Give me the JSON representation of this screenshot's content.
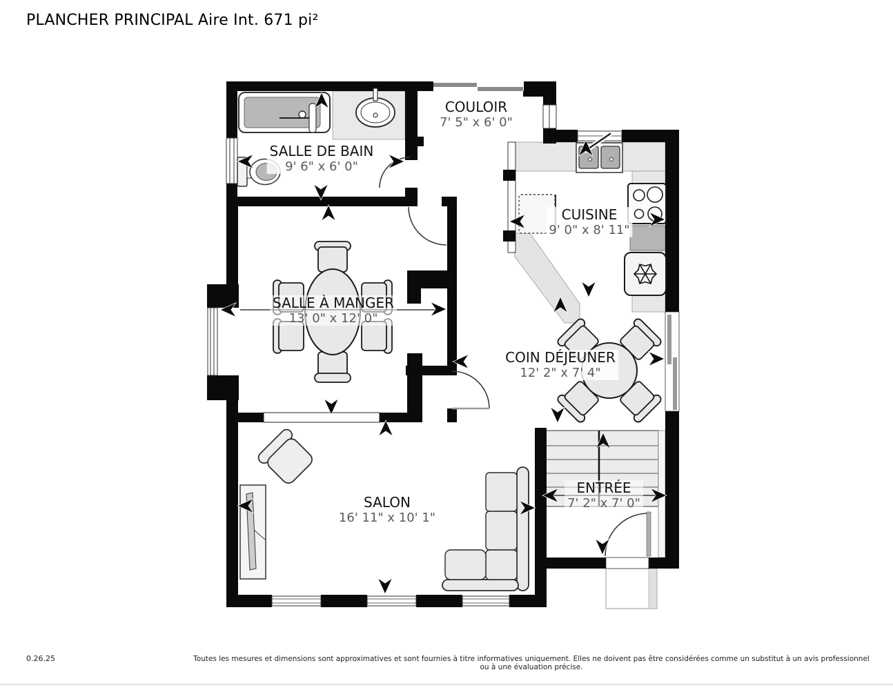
{
  "title": "PLANCHER PRINCIPAL Aire Int. 671 pi²",
  "rooms": [
    {
      "name": "SALLE DE BAIN",
      "dims": "9' 6\" x 6' 0\""
    },
    {
      "name": "COULOIR",
      "dims": "7' 5\" x 6' 0\""
    },
    {
      "name": "CUISINE",
      "dims": "9' 0\" x 8' 11\""
    },
    {
      "name": "SALLE À MANGER",
      "dims": "13' 0\" x 12' 0\""
    },
    {
      "name": "COIN DÉJEUNER",
      "dims": "12' 2\" x 7' 4\""
    },
    {
      "name": "SALON",
      "dims": "16' 11\" x 10' 1\""
    },
    {
      "name": "ENTRÉE",
      "dims": "7' 2\" x 7' 0\""
    }
  ],
  "footer": {
    "version": "0.26.25",
    "disclaimer": "Toutes les mesures et dimensions sont approximatives et sont fournies à titre informatives uniquement. Elles ne doivent pas être considérées comme un substitut à un avis professionnel ou à une évaluation précise."
  },
  "icons": [
    "bathtub-icon",
    "vanity-sink-icon",
    "toilet-icon",
    "kitchen-sink-icon",
    "stove-icon",
    "refrigerator-icon",
    "snowflake-icon",
    "dishwasher-icon",
    "dining-table-icon",
    "dining-chair-icon",
    "breakfast-table-icon",
    "breakfast-chair-icon",
    "armchair-icon",
    "tv-console-icon",
    "sectional-sofa-icon",
    "staircase-icon",
    "door-swing-icon",
    "window-icon",
    "patio-sliding-door-icon",
    "measure-arrow-icon"
  ],
  "colors": {
    "wall": "#0a0a0a",
    "floor": "#ffffff",
    "furniture_fill": "#e8e8e8",
    "counter_fill": "#e7e7e7",
    "counter_dark": "#b5b5b5",
    "dims_text": "#5b5b5b",
    "label_bg": "rgba(255,255,255,0.8)"
  }
}
